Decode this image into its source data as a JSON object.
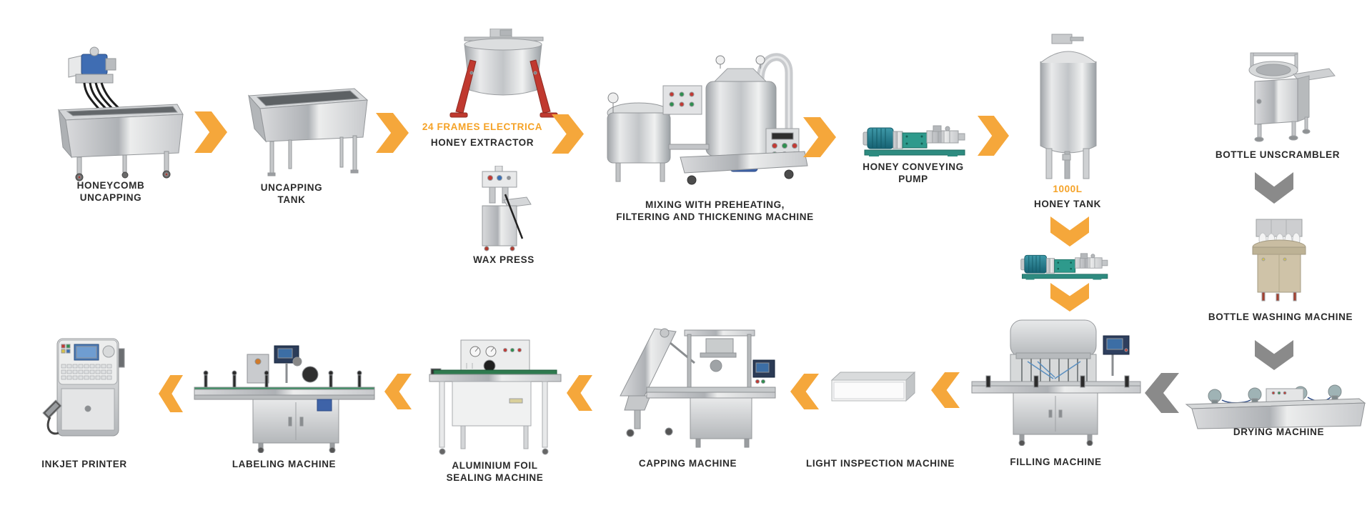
{
  "colors": {
    "background": "#ffffff",
    "arrow_orange": "#F5A73B",
    "arrow_gray": "#8A8A8A",
    "label_text": "#2b2b2b",
    "accent_orange": "#F5A226"
  },
  "stages": {
    "honeycomb_uncapping": {
      "lines": [
        "HONEYCOMB",
        "UNCAPPING"
      ]
    },
    "uncapping_tank": {
      "lines": [
        "UNCAPPING",
        "TANK"
      ]
    },
    "honey_extractor": {
      "highlight": "24 FRAMES ELECTRICA",
      "lines": [
        "HONEY EXTRACTOR"
      ]
    },
    "wax_press": {
      "lines": [
        "WAX PRESS"
      ]
    },
    "mixing_machine": {
      "lines": [
        "MIXING WITH PREHEATING,",
        "FILTERING AND THICKENING MACHINE"
      ]
    },
    "honey_conveying_pump": {
      "lines": [
        "HONEY CONVEYING",
        "PUMP"
      ]
    },
    "honey_tank": {
      "highlight": "1000L",
      "lines": [
        "HONEY TANK"
      ]
    },
    "bottle_unscrambler": {
      "lines": [
        "BOTTLE UNSCRAMBLER"
      ]
    },
    "bottle_washing_machine": {
      "lines": [
        "BOTTLE WASHING MACHINE"
      ]
    },
    "drying_machine": {
      "lines": [
        "DRYING MACHINE"
      ]
    },
    "filling_machine": {
      "lines": [
        "FILLING MACHINE"
      ]
    },
    "light_inspection_machine": {
      "lines": [
        "LIGHT INSPECTION MACHINE"
      ]
    },
    "capping_machine": {
      "lines": [
        "CAPPING MACHINE"
      ]
    },
    "aluminium_foil_sealing_machine": {
      "lines": [
        "ALUMINIUM FOIL",
        "SEALING MACHINE"
      ]
    },
    "labeling_machine": {
      "lines": [
        "LABELING MACHINE"
      ]
    },
    "inkjet_printer": {
      "lines": [
        "INKJET PRINTER"
      ]
    }
  },
  "flow": {
    "top_row_direction": "right",
    "right_column_direction": "down",
    "bottom_row_direction": "left"
  }
}
